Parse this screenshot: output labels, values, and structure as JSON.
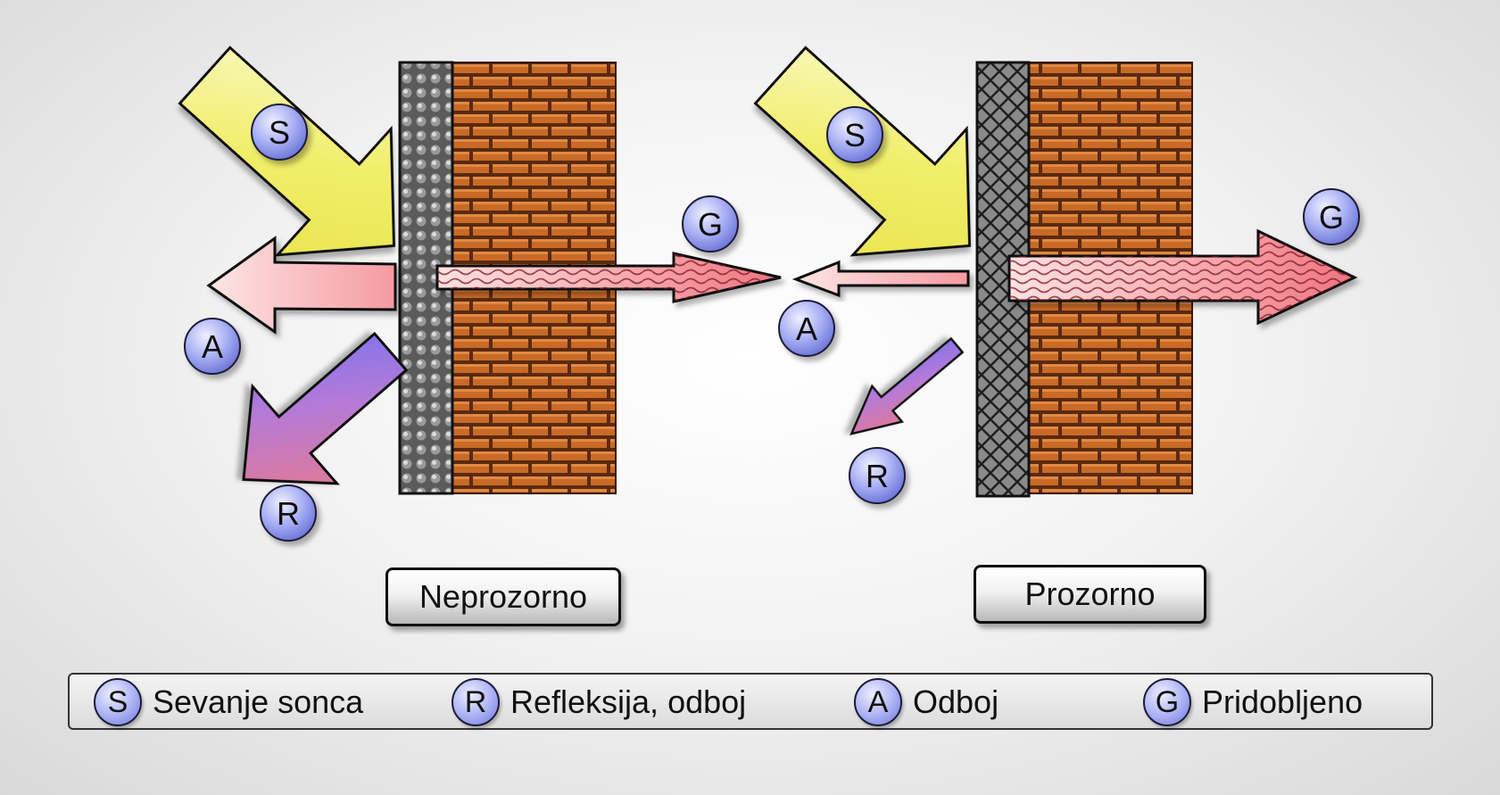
{
  "panels": [
    {
      "title": "Neprozorno",
      "badges": {
        "s": "S",
        "a": "A",
        "r": "R",
        "g": "G"
      }
    },
    {
      "title": "Prozorno",
      "badges": {
        "s": "S",
        "a": "A",
        "r": "R",
        "g": "G"
      }
    }
  ],
  "legend": [
    {
      "badge": "S",
      "text": "Sevanje sonca"
    },
    {
      "badge": "R",
      "text": "Refleksija, odboj"
    },
    {
      "badge": "A",
      "text": "Odboj"
    },
    {
      "badge": "G",
      "text": "Pridobljeno"
    }
  ],
  "colors": {
    "sun_arrow": "#f3f07a",
    "absorption_arrow": "#f7a8a8",
    "reflection_arrow_top": "#f0707a",
    "reflection_arrow_bottom": "#7d7df0",
    "gain_arrow": "#f28a92",
    "brick": "#c96a26",
    "mortar": "#5a2a10",
    "badge": "#a9b0f4"
  }
}
